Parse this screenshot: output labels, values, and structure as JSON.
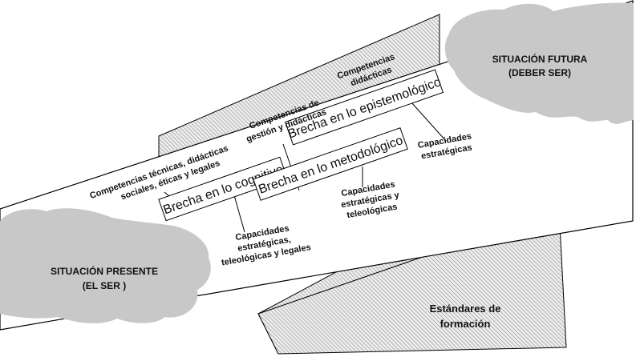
{
  "situacion_futura": {
    "line1": "SITUACIÓN FUTURA",
    "line2": "(DEBER SER)"
  },
  "situacion_presente": {
    "line1": "SITUACIÓN PRESENTE",
    "line2": "(EL SER )"
  },
  "estandares": {
    "line1": "Estándares de",
    "line2": "formación"
  },
  "brechas": {
    "cognitivo": "Brecha en lo cognitivo",
    "epistemologico": "Brecha en lo epistemológico",
    "metodologico": "Brecha en lo metodológico"
  },
  "competencias": {
    "tecnicas": {
      "line1": "Competencias técnicas, didácticas",
      "line2": "sociales, éticas y legales"
    },
    "gestion": {
      "line1": "Competencias de",
      "line2": "gestión y didácticas"
    },
    "didacticas": {
      "line1": "Competencias",
      "line2": "didácticas"
    }
  },
  "capacidades": {
    "legales": {
      "line1": "Capacidades",
      "line2": "estratégicas,",
      "line3": "teleológicas y legales"
    },
    "teleologicas": {
      "line1": "Capacidades",
      "line2": "estratégicas y",
      "line3": "teleológicas"
    },
    "estrategicas": {
      "line1": "Capacidades",
      "line2": "estratégicas"
    }
  },
  "colors": {
    "cloud_fill": "#c8c8c8",
    "hatch_fill": "#eeeeee",
    "hatch_line": "#9a9a9a",
    "stroke": "#000000"
  }
}
